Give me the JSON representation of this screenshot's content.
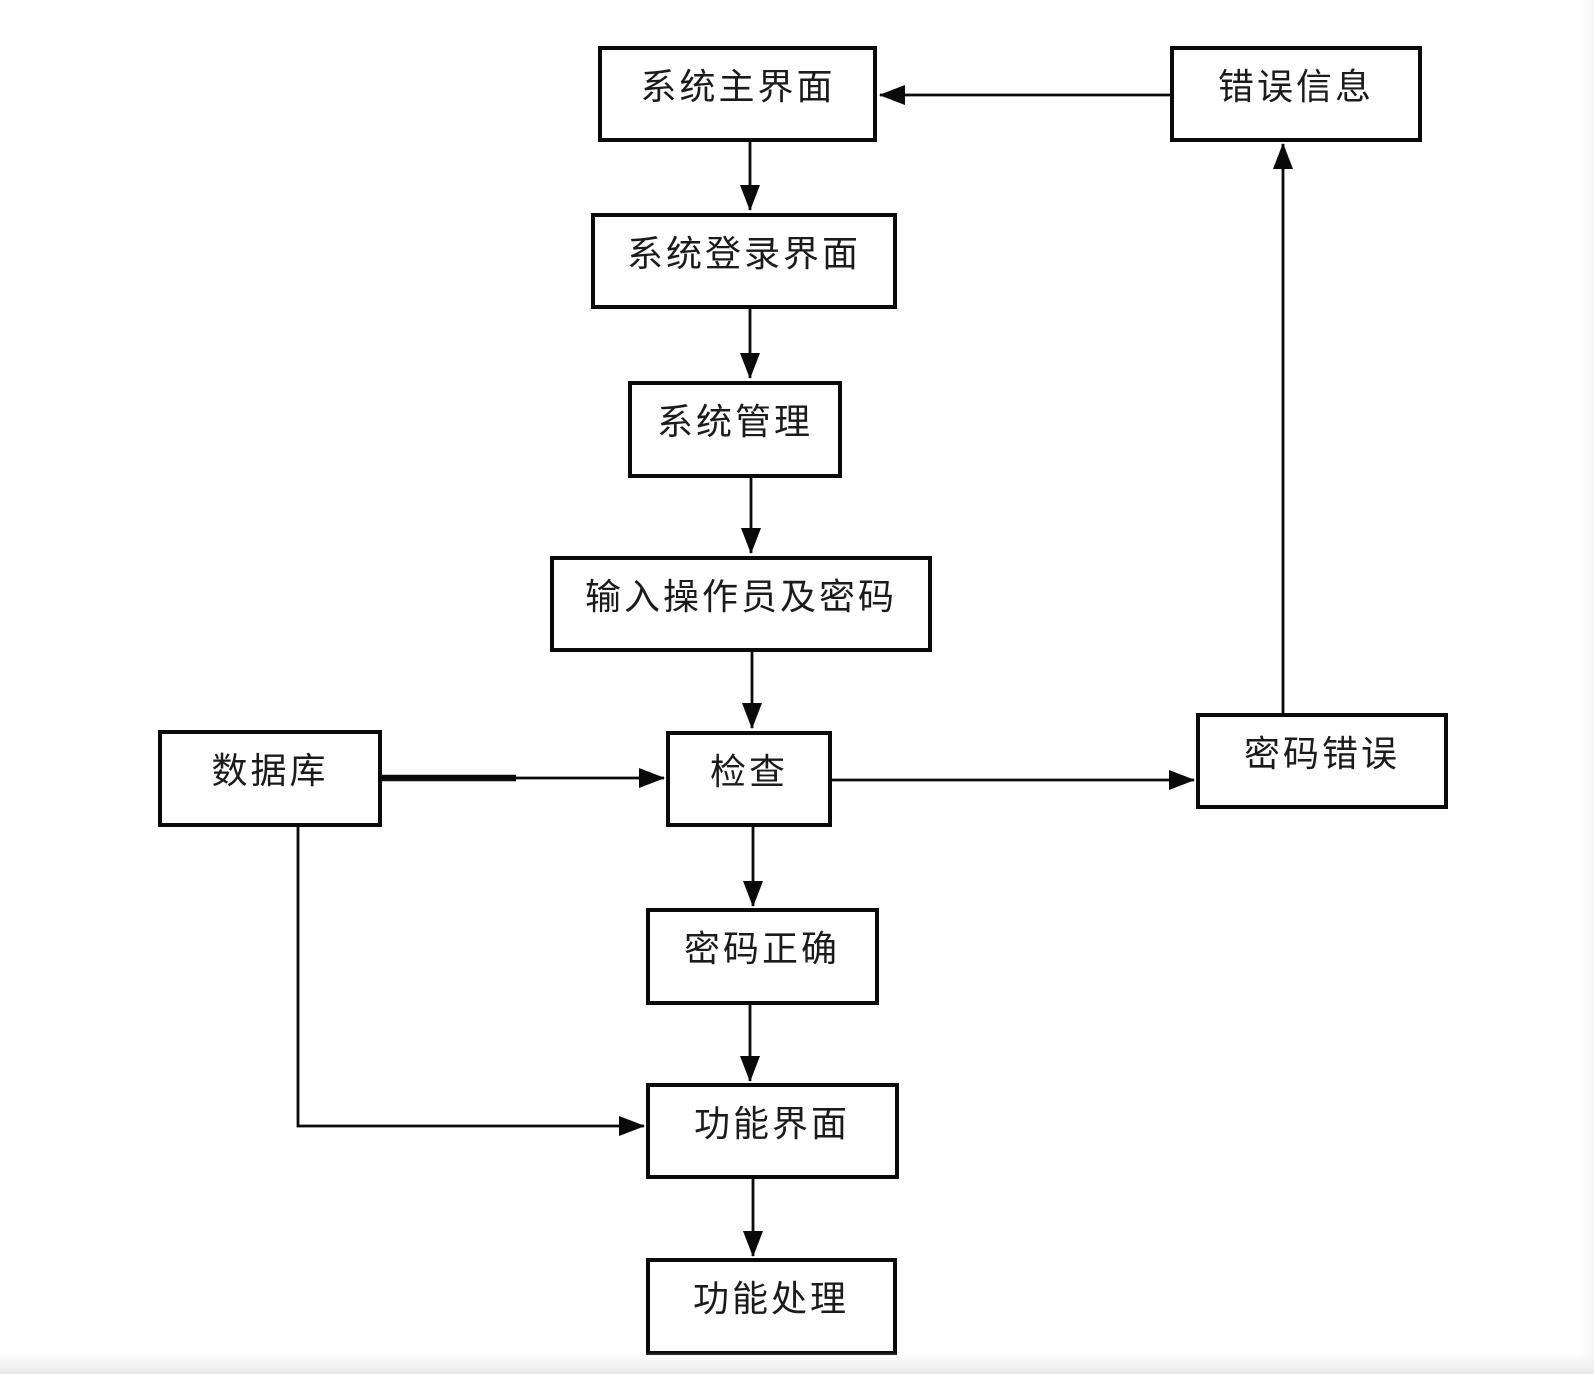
{
  "page": {
    "background_color": "#ffffff",
    "line_color": "#0a0a0a",
    "text_color": "#1b1b1b"
  },
  "diagram": {
    "type": "flowchart",
    "nodes": [
      {
        "id": "main",
        "label": "系统主界面"
      },
      {
        "id": "error-info",
        "label": "错误信息"
      },
      {
        "id": "login",
        "label": "系统登录界面"
      },
      {
        "id": "system-management",
        "label": "系统管理"
      },
      {
        "id": "input-operator-password",
        "label": "输入操作员及密码"
      },
      {
        "id": "database",
        "label": "数据库"
      },
      {
        "id": "check",
        "label": "检查"
      },
      {
        "id": "password-wrong",
        "label": "密码错误"
      },
      {
        "id": "password-correct",
        "label": "密码正确"
      },
      {
        "id": "function-ui",
        "label": "功能界面"
      },
      {
        "id": "function-process",
        "label": "功能处理"
      }
    ],
    "edges": [
      {
        "from": "系统主界面",
        "to": "系统登录界面"
      },
      {
        "from": "错误信息",
        "to": "系统主界面"
      },
      {
        "from": "系统登录界面",
        "to": "系统管理"
      },
      {
        "from": "系统管理",
        "to": "输入操作员及密码"
      },
      {
        "from": "输入操作员及密码",
        "to": "检查"
      },
      {
        "from": "数据库",
        "to": "检查"
      },
      {
        "from": "检查",
        "to": "密码错误"
      },
      {
        "from": "密码错误",
        "to": "错误信息"
      },
      {
        "from": "检查",
        "to": "密码正确"
      },
      {
        "from": "密码正确",
        "to": "功能界面"
      },
      {
        "from": "数据库",
        "to": "功能界面"
      },
      {
        "from": "功能界面",
        "to": "功能处理"
      }
    ]
  }
}
